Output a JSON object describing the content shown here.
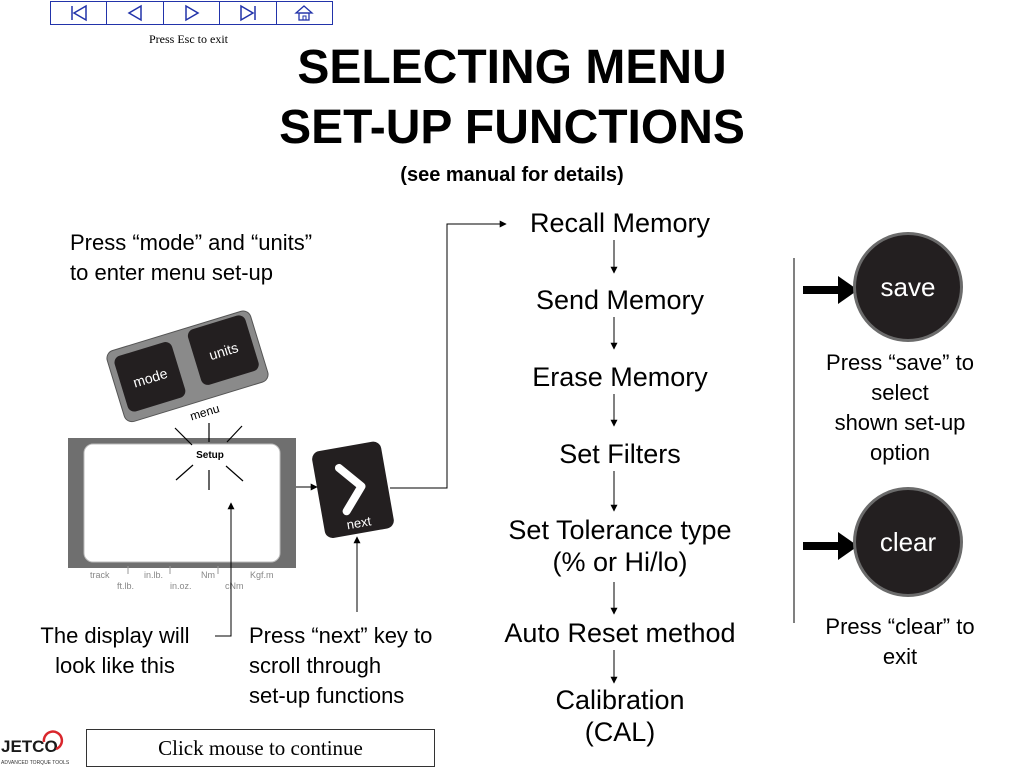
{
  "nav": {
    "buttons": [
      "first-slide-icon",
      "previous-slide-icon",
      "next-slide-icon",
      "last-slide-icon",
      "home-icon"
    ],
    "esc_hint": "Press Esc to exit"
  },
  "header": {
    "title_line1": "SELECTING MENU",
    "title_line2": "SET-UP FUNCTIONS",
    "subtitle": "(see manual for details)"
  },
  "left": {
    "instruction_line1": "Press “mode” and “units”",
    "instruction_line2": "to enter menu set-up",
    "mode_key": "mode",
    "units_key": "units",
    "menu_label": "menu",
    "display_text": "Setup",
    "unit_labels_top": [
      "track",
      "in.lb.",
      "Nm",
      "Kgf.m"
    ],
    "unit_labels_bottom": [
      "ft.lb.",
      "in.oz.",
      "cNm"
    ],
    "next_key": "next",
    "display_caption_line1": "The display will",
    "display_caption_line2": "look like this",
    "next_caption_line1": "Press “next” key to",
    "next_caption_line2": "scroll through",
    "next_caption_line3": "set-up functions"
  },
  "steps": [
    {
      "line1": "Recall Memory"
    },
    {
      "line1": "Send Memory"
    },
    {
      "line1": "Erase Memory"
    },
    {
      "line1": "Set Filters"
    },
    {
      "line1": "Set Tolerance type",
      "line2": "(% or Hi/lo)"
    },
    {
      "line1": "Auto Reset method"
    },
    {
      "line1": "Calibration",
      "line2": "(CAL)"
    }
  ],
  "right": {
    "save_label": "save",
    "save_caption_line1": "Press “save” to",
    "save_caption_line2": "select",
    "save_caption_line3": "shown set-up",
    "save_caption_line4": "option",
    "clear_label": "clear",
    "clear_caption_line1": "Press “clear” to",
    "clear_caption_line2": "exit"
  },
  "footer": {
    "continue_label": "Click mouse to continue",
    "logo_text": "JETCO",
    "logo_tagline": "ADVANCED TORQUE TOOLS"
  },
  "colors": {
    "nav_border": "#2233aa",
    "key_dark": "#231f20",
    "logo_red": "#d9262c"
  }
}
